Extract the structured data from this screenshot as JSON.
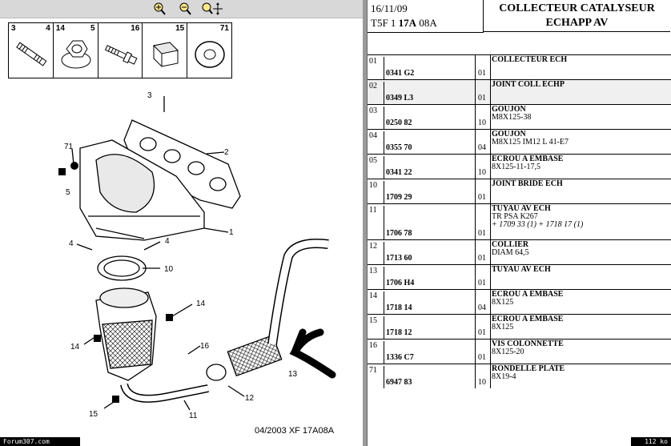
{
  "toolbar": {
    "zoom_in": "zoom-in",
    "zoom_out": "zoom-out",
    "zoom_pan": "zoom-pan"
  },
  "strip": [
    {
      "left": "3",
      "right": "4"
    },
    {
      "left": "14",
      "right": "5"
    },
    {
      "left": "",
      "right": "16"
    },
    {
      "left": "",
      "right": "15"
    },
    {
      "left": "",
      "right": "71"
    }
  ],
  "callouts": [
    "3",
    "2",
    "71",
    "5",
    "1",
    "4",
    "4",
    "10",
    "14",
    "14",
    "16",
    "12",
    "15",
    "11",
    "13"
  ],
  "date_code": "04/2003  XF 17A08A",
  "watermark": "Forum307.com",
  "header": {
    "date": "16/11/09",
    "code_prefix": "T5F 1 ",
    "code_bold": "17A",
    "code_suffix": " 08A",
    "title_line1": "COLLECTEUR CATALYSEUR",
    "title_line2": "ECHAPP AV"
  },
  "rows": [
    {
      "ix": "01",
      "ref": "0341 G2",
      "qty": "01",
      "name": "COLLECTEUR ECH",
      "d1": "",
      "d2": ""
    },
    {
      "ix": "02",
      "ref": "0349 L3",
      "qty": "01",
      "name": "JOINT COLL ECHP",
      "d1": "",
      "d2": ""
    },
    {
      "ix": "03",
      "ref": "0250 82",
      "qty": "10",
      "name": "GOUJON",
      "d1": "M8X125-38",
      "d2": ""
    },
    {
      "ix": "04",
      "ref": "0355 70",
      "qty": "04",
      "name": "GOUJON",
      "d1": "M8X125 IM12 L 41-E7",
      "d2": ""
    },
    {
      "ix": "05",
      "ref": "0341 22",
      "qty": "10",
      "name": "ECROU A EMBASE",
      "d1": "8X125-11-17,5",
      "d2": ""
    },
    {
      "ix": "10",
      "ref": "1709 29",
      "qty": "01",
      "name": "JOINT BRIDE ECH",
      "d1": "",
      "d2": ""
    },
    {
      "ix": "11",
      "ref": "1706 78",
      "qty": "01",
      "name": "TUYAU AV ECH",
      "d1": "TR PSA K267",
      "d2": "+ 1709 33 (1) + 1718 17 (1)"
    },
    {
      "ix": "12",
      "ref": "1713 60",
      "qty": "01",
      "name": "COLLIER",
      "d1": "DIAM 64,5",
      "d2": ""
    },
    {
      "ix": "13",
      "ref": "1706 H4",
      "qty": "01",
      "name": "TUYAU AV ECH",
      "d1": "",
      "d2": ""
    },
    {
      "ix": "14",
      "ref": "1718 14",
      "qty": "04",
      "name": "ECROU A EMBASE",
      "d1": "8X125",
      "d2": ""
    },
    {
      "ix": "15",
      "ref": "1718 12",
      "qty": "01",
      "name": "ECROU A EMBASE",
      "d1": "8X125",
      "d2": ""
    },
    {
      "ix": "16",
      "ref": "1336 C7",
      "qty": "01",
      "name": "VIS COLONNETTE",
      "d1": "8X125-20",
      "d2": ""
    },
    {
      "ix": "71",
      "ref": "6947 83",
      "qty": "10",
      "name": "RONDELLE PLATE",
      "d1": "8X19-4",
      "d2": ""
    }
  ],
  "size_label": "112 ko"
}
